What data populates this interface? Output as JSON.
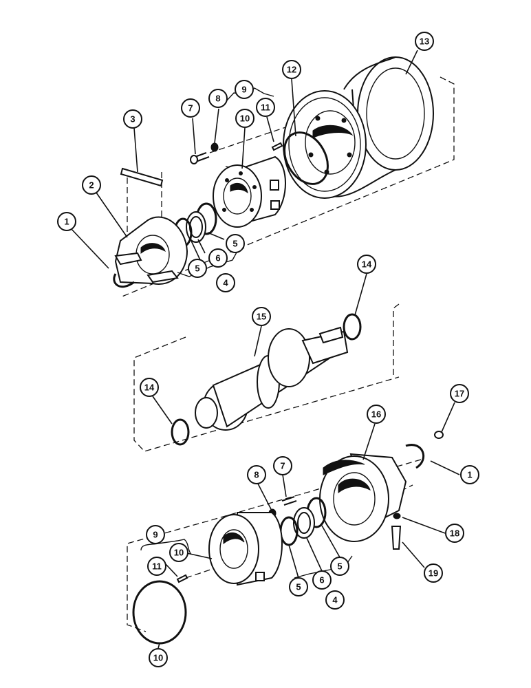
{
  "callouts": [
    {
      "id": "c1a",
      "label": "1"
    },
    {
      "id": "c2",
      "label": "2"
    },
    {
      "id": "c3",
      "label": "3"
    },
    {
      "id": "c4a",
      "label": "4"
    },
    {
      "id": "c5a",
      "label": "5"
    },
    {
      "id": "c5b",
      "label": "5"
    },
    {
      "id": "c6a",
      "label": "6"
    },
    {
      "id": "c7a",
      "label": "7"
    },
    {
      "id": "c8a",
      "label": "8"
    },
    {
      "id": "c9a",
      "label": "9"
    },
    {
      "id": "c10a",
      "label": "10"
    },
    {
      "id": "c11a",
      "label": "11"
    },
    {
      "id": "c12",
      "label": "12"
    },
    {
      "id": "c13",
      "label": "13"
    },
    {
      "id": "c14a",
      "label": "14"
    },
    {
      "id": "c14b",
      "label": "14"
    },
    {
      "id": "c15",
      "label": "15"
    },
    {
      "id": "c16",
      "label": "16"
    },
    {
      "id": "c17",
      "label": "17"
    },
    {
      "id": "c1b",
      "label": "1"
    },
    {
      "id": "c18",
      "label": "18"
    },
    {
      "id": "c19",
      "label": "19"
    },
    {
      "id": "c7b",
      "label": "7"
    },
    {
      "id": "c8b",
      "label": "8"
    },
    {
      "id": "c9b",
      "label": "9"
    },
    {
      "id": "c10b",
      "label": "10"
    },
    {
      "id": "c11b",
      "label": "11"
    },
    {
      "id": "c5c",
      "label": "5"
    },
    {
      "id": "c5d",
      "label": "5"
    },
    {
      "id": "c6b",
      "label": "6"
    },
    {
      "id": "c4b",
      "label": "4"
    },
    {
      "id": "c10c",
      "label": "10"
    }
  ]
}
